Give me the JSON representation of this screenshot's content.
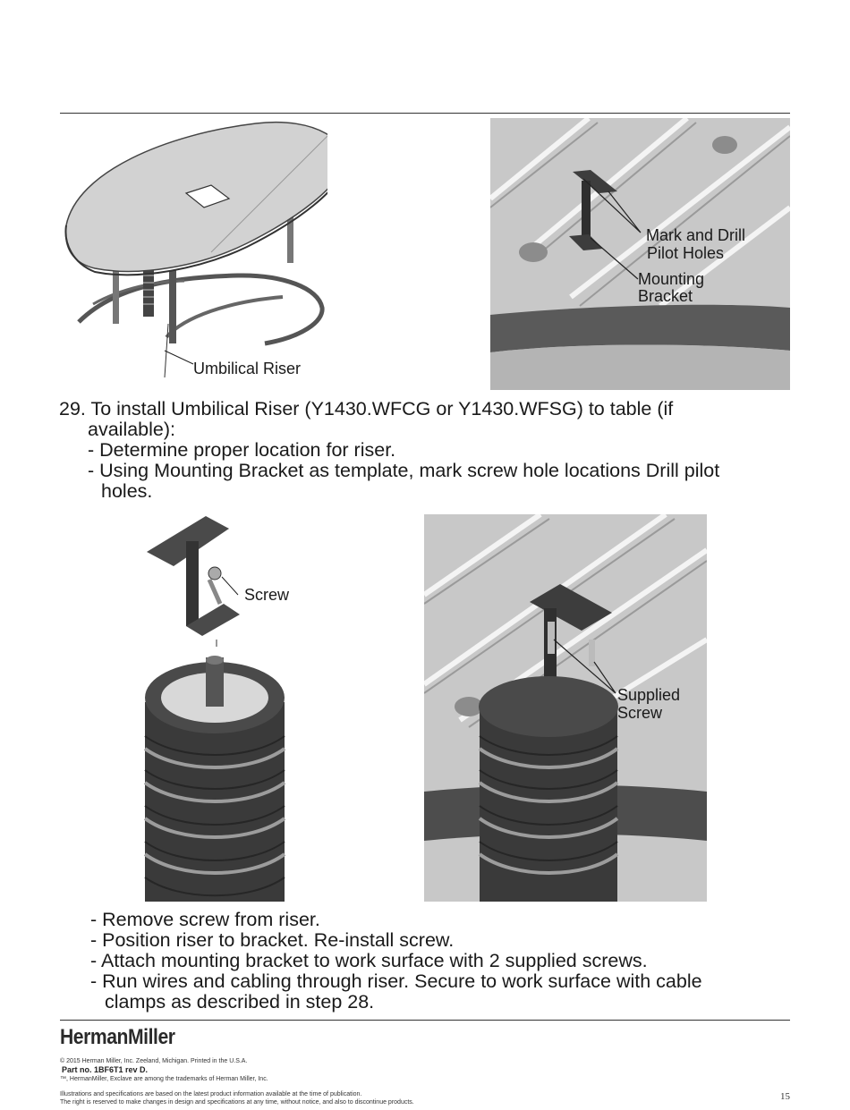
{
  "figures": {
    "table": {
      "callout": "Umbilical Riser"
    },
    "bracket_closeup": {
      "callout_holes": [
        "Mark and Drill",
        "Pilot Holes"
      ],
      "callout_bracket": [
        "Mounting",
        "Bracket"
      ]
    },
    "riser_screw": {
      "callout": "Screw"
    },
    "installed": {
      "callout": [
        "Supplied",
        "Screw"
      ]
    }
  },
  "step": {
    "lines": [
      "29. To install Umbilical Riser (Y1430.WFCG or Y1430.WFSG) to table (if",
      "available):",
      "- Determine proper location for riser.",
      "- Using Mounting Bracket as template, mark screw hole locations  Drill pilot",
      "holes."
    ]
  },
  "instructions": {
    "lines": [
      "- Remove screw from riser.",
      "- Position riser to bracket.  Re-install screw.",
      "- Attach mounting bracket to work surface with 2 supplied screws.",
      "- Run wires and cabling through riser.  Secure to work surface with cable",
      "clamps as described in step 28."
    ]
  },
  "footer": {
    "brand": "HermanMiller",
    "copyright": "© 2015 Herman Miller, Inc. Zeeland, Michigan. Printed in the U.S.A.",
    "part_no": "Part no. 1BF6T1 rev D.",
    "trademarks": "™, HermanMiller, Exclave are among the trademarks of Herman Miller, Inc.",
    "disclaimer_1": "Illustrations and specifications are based on the latest product information available at the time of publication.",
    "disclaimer_2": "The right is reserved to make changes in design and specifications at any time, without notice, and also to discontinue products.",
    "page_number": "15"
  },
  "colors": {
    "ink": "#1a1a1a",
    "panel_gray": "#c9c9c9",
    "dark_part": "#3d3d3d"
  }
}
